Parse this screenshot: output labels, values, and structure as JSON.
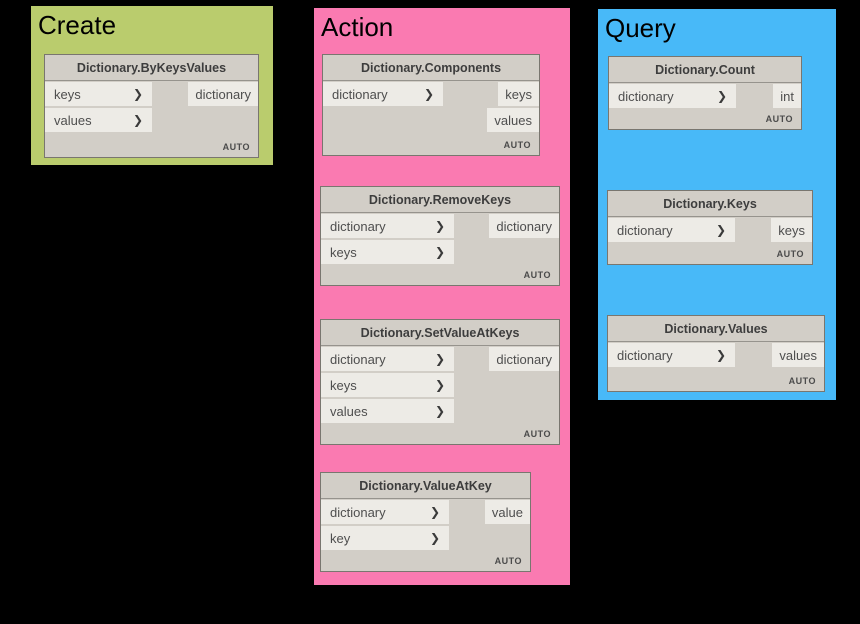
{
  "canvas": {
    "background": "#000000"
  },
  "icons": {
    "chevron_right": "❯"
  },
  "colors": {
    "group_create": "#bacc6d",
    "group_action": "#fa7ab1",
    "group_query": "#48b9f8",
    "node_header": "#d2cec7",
    "node_port": "#edebe6",
    "node_border": "#79766f"
  },
  "groups": [
    {
      "title": "Create",
      "color": "#bacc6d",
      "nodes": [
        {
          "title": "Dictionary.ByKeysValues",
          "inputs": [
            "keys",
            "values"
          ],
          "outputs": [
            "dictionary"
          ],
          "lacing": "AUTO"
        }
      ]
    },
    {
      "title": "Action",
      "color": "#fa7ab1",
      "nodes": [
        {
          "title": "Dictionary.Components",
          "inputs": [
            "dictionary"
          ],
          "outputs": [
            "keys",
            "values"
          ],
          "lacing": "AUTO"
        },
        {
          "title": "Dictionary.RemoveKeys",
          "inputs": [
            "dictionary",
            "keys"
          ],
          "outputs": [
            "dictionary"
          ],
          "lacing": "AUTO"
        },
        {
          "title": "Dictionary.SetValueAtKeys",
          "inputs": [
            "dictionary",
            "keys",
            "values"
          ],
          "outputs": [
            "dictionary"
          ],
          "lacing": "AUTO"
        },
        {
          "title": "Dictionary.ValueAtKey",
          "inputs": [
            "dictionary",
            "key"
          ],
          "outputs": [
            "value"
          ],
          "lacing": "AUTO"
        }
      ]
    },
    {
      "title": "Query",
      "color": "#48b9f8",
      "nodes": [
        {
          "title": "Dictionary.Count",
          "inputs": [
            "dictionary"
          ],
          "outputs": [
            "int"
          ],
          "lacing": "AUTO"
        },
        {
          "title": "Dictionary.Keys",
          "inputs": [
            "dictionary"
          ],
          "outputs": [
            "keys"
          ],
          "lacing": "AUTO"
        },
        {
          "title": "Dictionary.Values",
          "inputs": [
            "dictionary"
          ],
          "outputs": [
            "values"
          ],
          "lacing": "AUTO"
        }
      ]
    }
  ]
}
